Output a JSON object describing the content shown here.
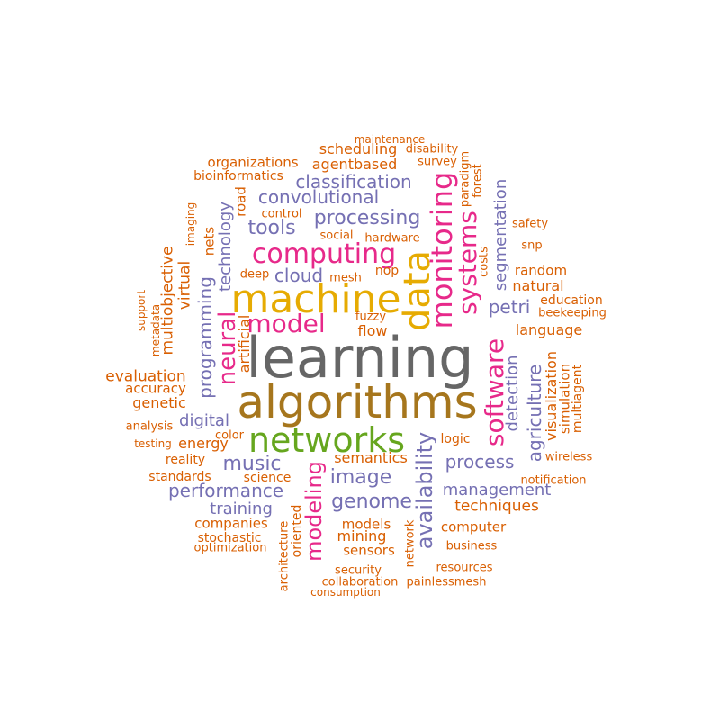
{
  "palette": {
    "gray": "#666666",
    "brown": "#a6761d",
    "green": "#66a61e",
    "yellow": "#e6ab02",
    "pink": "#e7298a",
    "purple": "#7570b3",
    "orange": "#d95f02"
  },
  "words": [
    "learning",
    "algorithms",
    "machine",
    "networks",
    "data",
    "computing",
    "monitoring",
    "systems",
    "software",
    "model",
    "neural",
    "processing",
    "classification",
    "convolutional",
    "modeling",
    "availability",
    "programming",
    "genome",
    "tools",
    "cloud",
    "image",
    "performance",
    "music",
    "process",
    "management",
    "agriculture",
    "detection",
    "segmentation",
    "petri",
    "digital",
    "technology",
    "training",
    "scheduling",
    "agentbased",
    "organizations",
    "bioinformatics",
    "maintenance",
    "disability",
    "survey",
    "paradigm",
    "forest",
    "control",
    "hardware",
    "social",
    "road",
    "imaging",
    "nets",
    "multiobjective",
    "virtual",
    "support",
    "metadata",
    "deep",
    "mesh",
    "nop",
    "fuzzy",
    "flow",
    "artificial",
    "costs",
    "safety",
    "snp",
    "random",
    "natural",
    "education",
    "beekeeping",
    "language",
    "visualization",
    "simulation",
    "multiagent",
    "evaluation",
    "accuracy",
    "genetic",
    "analysis",
    "testing",
    "color",
    "energy",
    "reality",
    "standards",
    "science",
    "semantics",
    "logic",
    "wireless",
    "notification",
    "techniques",
    "computer",
    "business",
    "resources",
    "companies",
    "stochastic",
    "optimization",
    "architecture",
    "oriented",
    "models",
    "mining",
    "sensors",
    "network",
    "security",
    "collaboration",
    "painlessmesh",
    "consumption"
  ]
}
